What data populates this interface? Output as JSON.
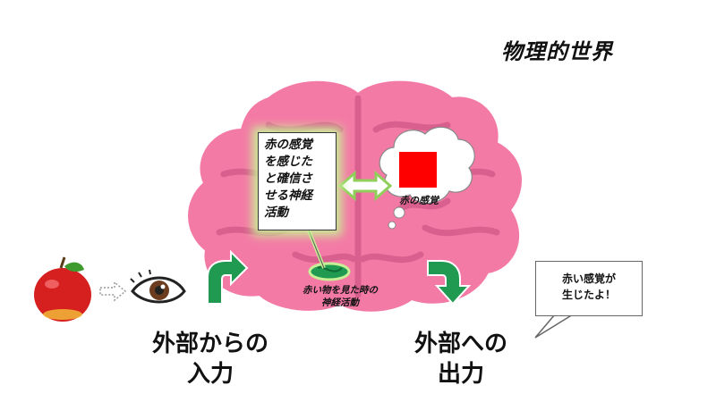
{
  "title": "物理的世界",
  "note_box": {
    "text": "赤の感覚\nを感じた\nと確信さ\nせる神経\n活動"
  },
  "cloud": {
    "label": "赤の感覚"
  },
  "neural_label": "赤い物を見た時の\n神経活動",
  "input_label": "外部からの\n入力",
  "output_label": "外部への\n出力",
  "speech_bubble": "赤い感覚が\n生じたよ！",
  "colors": {
    "brain_pink": "#f47aa6",
    "brain_line": "#d75d8c",
    "arrow_green": "#1f9a50",
    "red_square": "#ff0000",
    "glow_green": "#c7ef96",
    "apple_red": "#d61f1f"
  },
  "icons": [
    "apple-icon",
    "eye-icon",
    "dotted-arrow-icon",
    "double-arrow-icon",
    "thought-cloud-icon",
    "red-square-icon",
    "brain-illustration",
    "input-arrow-icon",
    "output-arrow-icon"
  ]
}
